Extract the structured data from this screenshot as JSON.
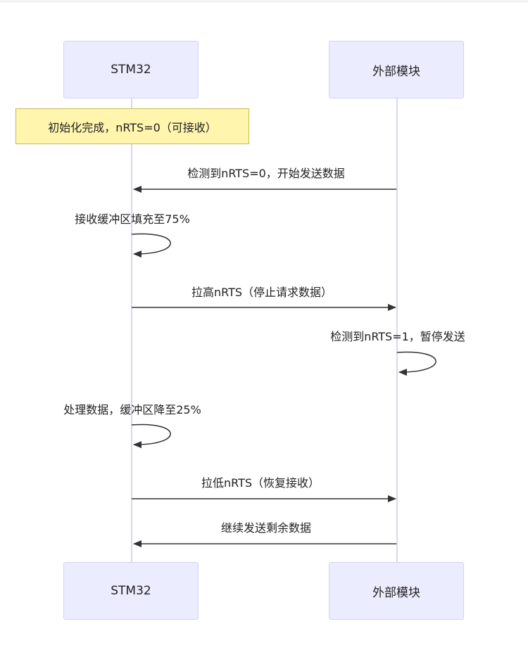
{
  "participants": {
    "stm32": "STM32",
    "module": "外部模块"
  },
  "note": "初始化完成，nRTS=0（可接收）",
  "messages": [
    "检测到nRTS=0，开始发送数据",
    "接收缓冲区填充至75%",
    "拉高nRTS（停止请求数据）",
    "检测到nRTS=1，暂停发送",
    "处理数据，缓冲区降至25%",
    "拉低nRTS（恢复接收）",
    "继续发送剩余数据"
  ],
  "colors": {
    "actor_fill": "#ececff",
    "actor_border": "#d4d2f2",
    "note_fill": "#fff5ad",
    "note_border": "#c9bb55",
    "line": "#333333"
  }
}
